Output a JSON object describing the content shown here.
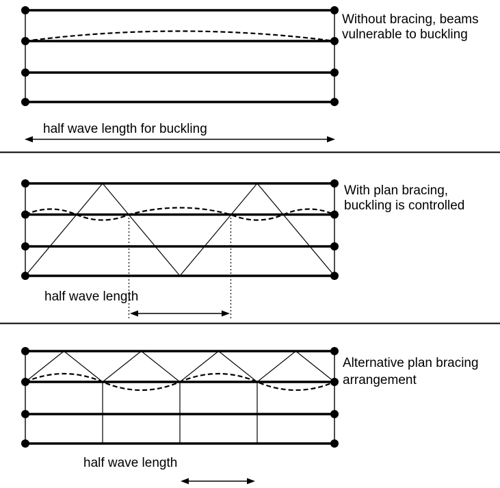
{
  "figure": {
    "colors": {
      "ink": "#000000",
      "background": "#ffffff"
    }
  },
  "panels": {
    "top": {
      "caption_line1": "Without bracing, beams",
      "caption_line2": "vulnerable to buckling",
      "dim_label": "half wave length for buckling"
    },
    "middle": {
      "caption_line1": "With plan bracing,",
      "caption_line2": "buckling is controlled",
      "dim_label": "half wave length"
    },
    "bottom": {
      "caption_line1": "Alternative plan bracing",
      "caption_line2": "arrangement",
      "dim_label": "half wave length"
    }
  }
}
